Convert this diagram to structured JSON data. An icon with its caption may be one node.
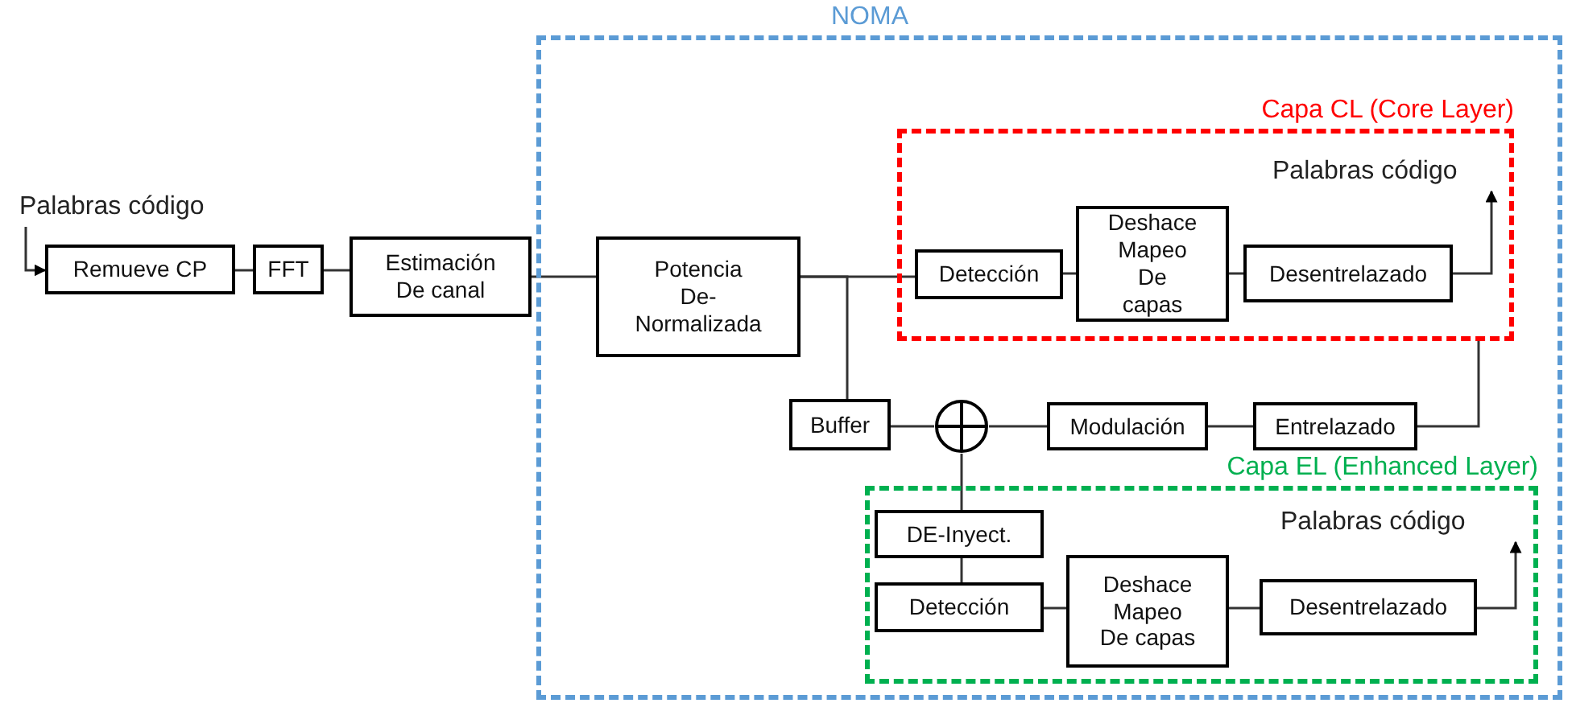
{
  "diagram": {
    "nodes": [
      {
        "text": [
          "NOMA"
        ]
      },
      {
        "text": [
          "Capa CL (Core Layer)"
        ],
        "in": 0
      },
      {
        "text": [
          "Capa EL (Enhanced Layer)"
        ],
        "in": 0
      },
      {
        "text": [
          "Palabras código"
        ]
      },
      {
        "text": [
          "Remueve CP"
        ]
      },
      {
        "text": [
          "FFT"
        ]
      },
      {
        "text": [
          "Estimación De canal"
        ]
      },
      {
        "text": [
          "Potencia De-Normalizada"
        ],
        "in": 0
      },
      {
        "text": [
          "Detección"
        ],
        "in": 1
      },
      {
        "text": [
          "Deshace Mapeo De capas"
        ],
        "in": 1
      },
      {
        "text": [
          "Desentrelazado"
        ],
        "in": 1
      },
      {
        "text": [
          "Palabras código"
        ],
        "in": 1
      },
      {
        "text": [
          "Buffer"
        ],
        "in": 0
      },
      {
        "text": [],
        "shape": "circle",
        "in": 0
      },
      {
        "text": [
          "Modulación"
        ],
        "in": 0
      },
      {
        "text": [
          "Entrelazado"
        ],
        "in": 0
      },
      {
        "text": [
          "DE-Inyect."
        ],
        "in": 2
      },
      {
        "text": [
          "Detección"
        ],
        "in": 2
      },
      {
        "text": [
          "Deshace Mapeo De capas"
        ],
        "in": 2
      },
      {
        "text": [
          "Desentrelazado"
        ],
        "in": 2
      },
      {
        "text": [
          "Palabras código"
        ],
        "in": 2
      }
    ],
    "edges": [
      {
        "from": 3,
        "to": 4,
        "arrow": "to"
      },
      {
        "from": 4,
        "to": 5,
        "arrow": "none"
      },
      {
        "from": 5,
        "to": 6,
        "arrow": "none"
      },
      {
        "from": 6,
        "to": 7,
        "arrow": "none"
      },
      {
        "from": 7,
        "to": 8,
        "arrow": "none"
      },
      {
        "from": 8,
        "to": 9,
        "arrow": "none"
      },
      {
        "from": 9,
        "to": 10,
        "arrow": "none"
      },
      {
        "from": 10,
        "to": 11,
        "arrow": "to"
      },
      {
        "from": 7,
        "to": 12,
        "arrow": "none"
      },
      {
        "from": 12,
        "to": 13,
        "arrow": "none"
      },
      {
        "from": 13,
        "to": 14,
        "arrow": "none"
      },
      {
        "from": 14,
        "to": 15,
        "arrow": "none"
      },
      {
        "from": 1,
        "to": 15,
        "arrow": "none"
      },
      {
        "from": 13,
        "to": 16,
        "arrow": "none"
      },
      {
        "from": 16,
        "to": 17,
        "arrow": "none"
      },
      {
        "from": 17,
        "to": 18,
        "arrow": "none"
      },
      {
        "from": 18,
        "to": 19,
        "arrow": "none"
      },
      {
        "from": 19,
        "to": 20,
        "arrow": "to"
      }
    ]
  }
}
